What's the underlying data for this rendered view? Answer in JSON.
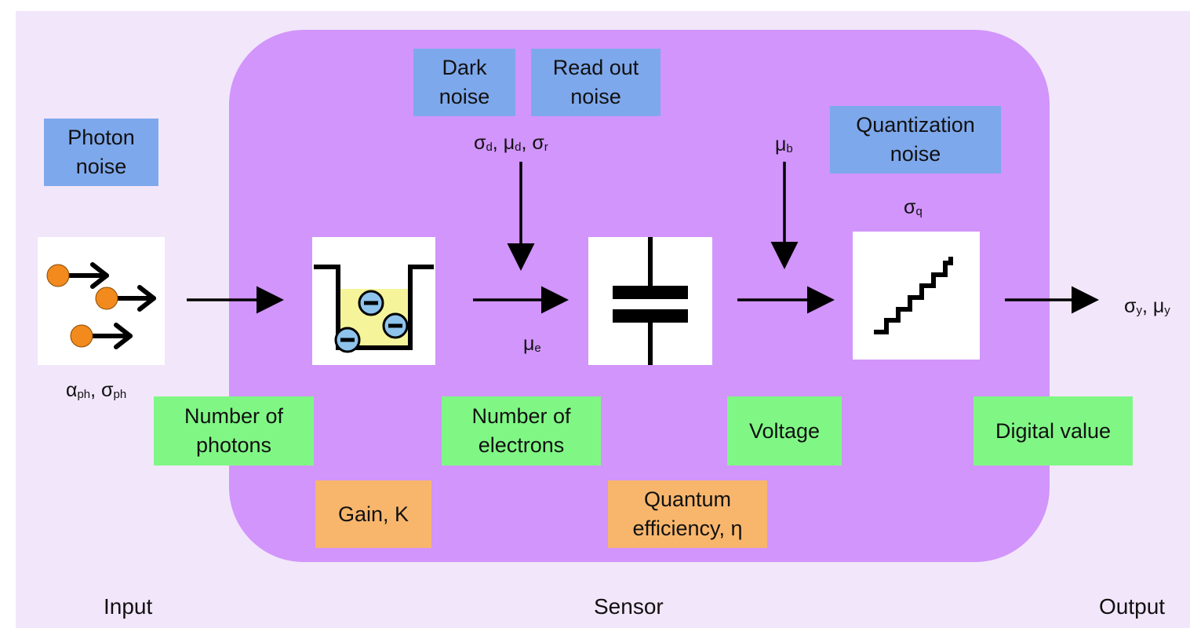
{
  "labels": {
    "input": "Input",
    "sensor": "Sensor",
    "output": "Output"
  },
  "noise_sources": {
    "photon": "Photon\nnoise",
    "dark": "Dark\nnoise",
    "readout": "Read out\nnoise",
    "quantization": "Quantization\nnoise"
  },
  "quantities": {
    "photons": "Number of\nphotons",
    "electrons": "Number of\nelectrons",
    "voltage": "Voltage",
    "digital": "Digital value"
  },
  "parameters": {
    "gain": "Gain, K",
    "qe": "Quantum\nefficiency, η"
  },
  "symbols": {
    "input": {
      "a": "α",
      "a_sub": "ph",
      "sep": ", ",
      "b": "σ",
      "b_sub": "ph"
    },
    "dark_read": {
      "a": "σ",
      "a_sub": "d",
      "sep1": ", ",
      "b": "μ",
      "b_sub": "d",
      "sep2": ", ",
      "c": "σ",
      "c_sub": "r"
    },
    "electrons": {
      "a": "μ",
      "a_sub": "e"
    },
    "bias": {
      "a": "μ",
      "a_sub": "b"
    },
    "quant": {
      "a": "σ",
      "a_sub": "q"
    },
    "output": {
      "a": "σ",
      "a_sub": "y",
      "sep": ", ",
      "b": "μ",
      "b_sub": "y"
    }
  },
  "colors": {
    "background": "#f2e6fb",
    "sensor": "#d195fb",
    "noise_box": "#7ea8ec",
    "quantity_box": "#80f785",
    "parameter_box": "#f8b66c",
    "photon": "#f28a1e",
    "electron": "#8ec3ec",
    "well_fill": "#f6f49a"
  }
}
